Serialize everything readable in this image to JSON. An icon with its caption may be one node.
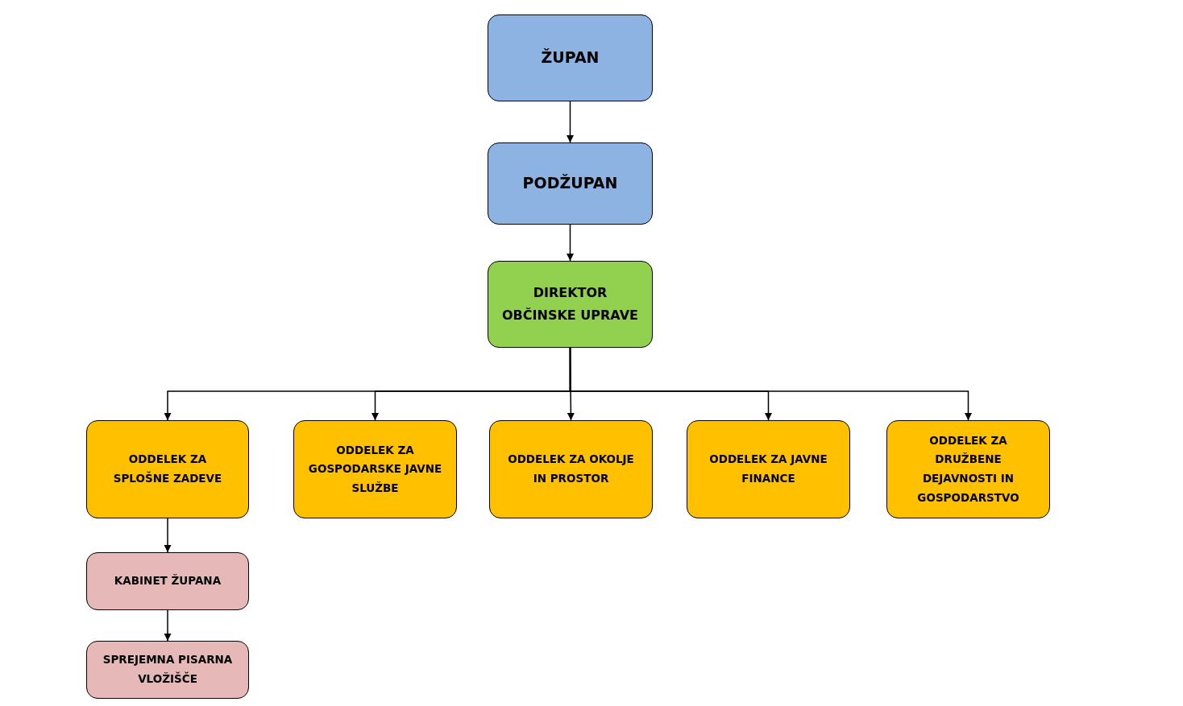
{
  "diagram": {
    "nodes": [
      {
        "text": [
          "ŽUPAN"
        ]
      },
      {
        "text": [
          "PODŽUPAN"
        ]
      },
      {
        "text": [
          "DIREKTOR OBČINSKE UPRAVE"
        ]
      },
      {
        "text": [
          "ODDELEK ZA SPLOŠNE ZADEVE"
        ]
      },
      {
        "text": [
          "ODDELEK ZA GOSPODARSKE JAVNE SLUŽBE"
        ]
      },
      {
        "text": [
          "ODDELEK ZA OKOLJE IN PROSTOR"
        ]
      },
      {
        "text": [
          "ODDELEK ZA JAVNE FINANCE"
        ]
      },
      {
        "text": [
          "ODDELEK ZA DRUŽBENE DEJAVNOSTI IN GOSPODARSTVO"
        ]
      },
      {
        "text": [
          "KABINET ŽUPANA"
        ]
      },
      {
        "text": [
          "SPREJEMNA PISARNA VLOŽIŠČE"
        ]
      }
    ],
    "edges": [
      {
        "from": 0,
        "to": 1,
        "arrow": "to"
      },
      {
        "from": 1,
        "to": 2,
        "arrow": "to"
      },
      {
        "from": 2,
        "to": 3,
        "arrow": "to"
      },
      {
        "from": 2,
        "to": 4,
        "arrow": "to"
      },
      {
        "from": 2,
        "to": 5,
        "arrow": "to"
      },
      {
        "from": 2,
        "to": 6,
        "arrow": "to"
      },
      {
        "from": 2,
        "to": 7,
        "arrow": "to"
      },
      {
        "from": 3,
        "to": 8,
        "arrow": "to"
      },
      {
        "from": 8,
        "to": 9,
        "arrow": "to"
      }
    ]
  }
}
